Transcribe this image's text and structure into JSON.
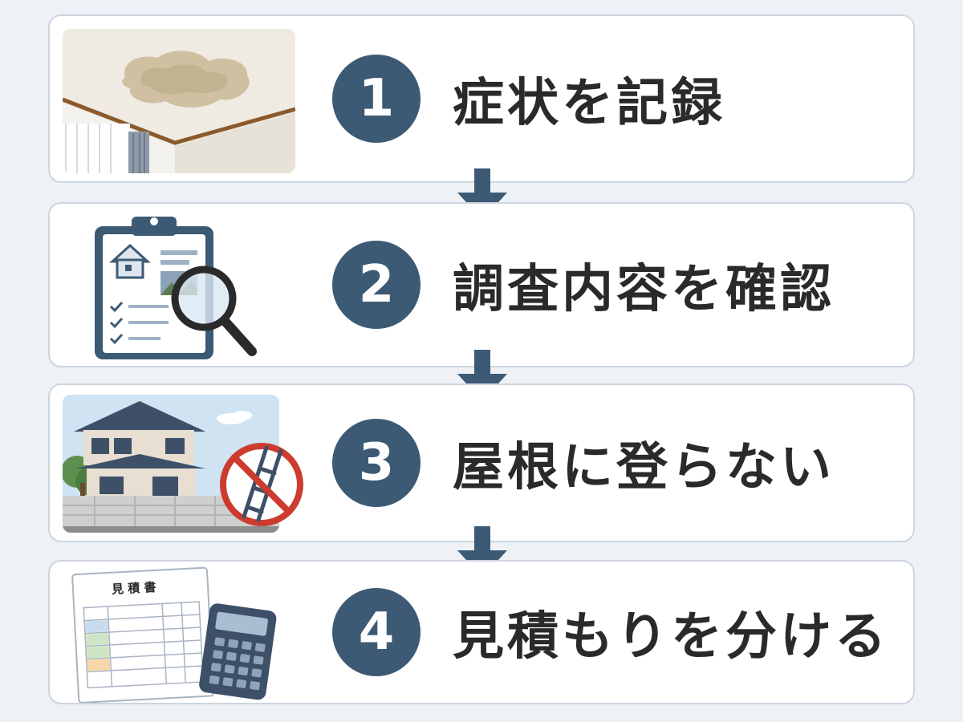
{
  "colors": {
    "accent": "#3d5a75",
    "card_border": "#cdd5df",
    "background": "#eef2f7"
  },
  "steps": [
    {
      "number": "1",
      "title": "症状を記録",
      "icon": "ceiling-water-stain-photo-icon"
    },
    {
      "number": "2",
      "title": "調査内容を確認",
      "icon": "clipboard-magnifier-icon"
    },
    {
      "number": "3",
      "title": "屋根に登らない",
      "icon": "house-no-ladder-icon"
    },
    {
      "number": "4",
      "title": "見積もりを分ける",
      "icon": "estimate-calculator-icon"
    }
  ],
  "estimate_doc": {
    "heading": "見 積 書"
  },
  "arrows": [
    "down-arrow-icon",
    "down-arrow-icon",
    "down-arrow-icon"
  ]
}
